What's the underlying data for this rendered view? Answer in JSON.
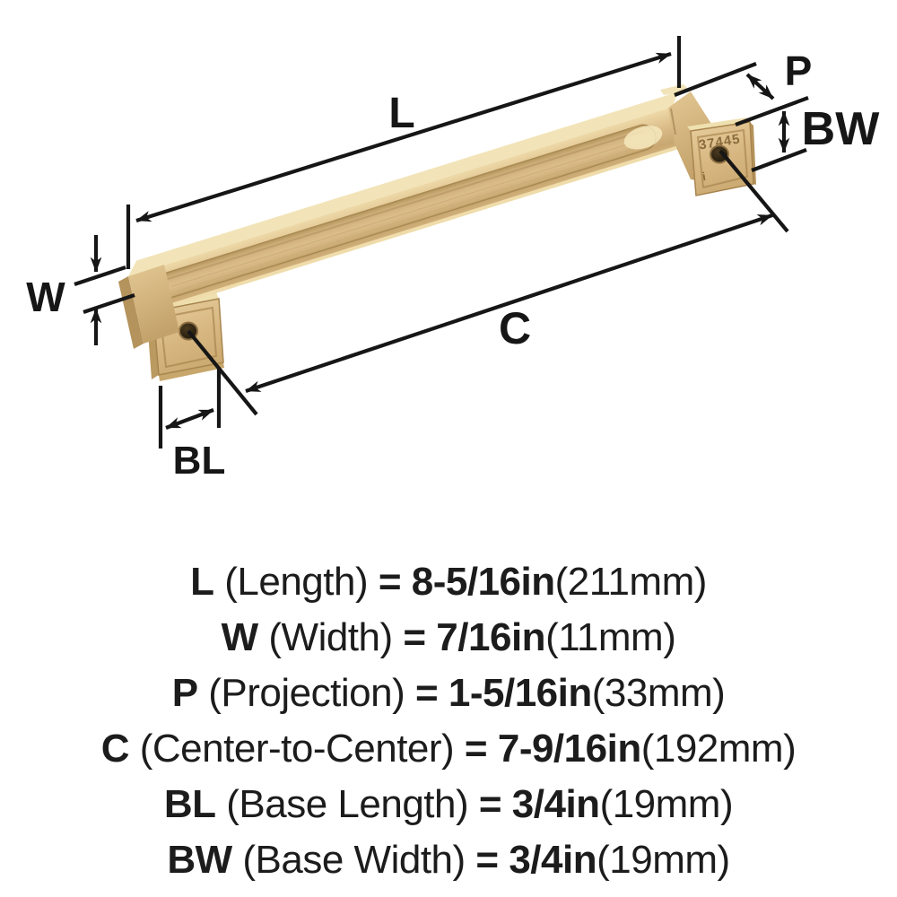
{
  "figure": {
    "type": "product-dimension-diagram",
    "product": "square bar cabinet pull handle",
    "finish": "champagne bronze",
    "engraving": "37445",
    "base_mark": "i",
    "colors": {
      "metal_light": "#f2e4b8",
      "metal_mid": "#d9bb86",
      "metal_dark": "#c2a069",
      "dimension_line": "#161616",
      "engraving_text": "#8a6c3e",
      "background": "#ffffff"
    }
  },
  "diagram": {
    "labels": {
      "L": "L",
      "W": "W",
      "P": "P",
      "C": "C",
      "BL": "BL",
      "BW": "BW"
    }
  },
  "specs": [
    {
      "code": "L",
      "label_part": " (Length) ",
      "value_part": "= 8-5/16in",
      "metric_part": "(211mm)"
    },
    {
      "code": "W",
      "label_part": " (Width) ",
      "value_part": "= 7/16in",
      "metric_part": "(11mm)"
    },
    {
      "code": "P",
      "label_part": " (Projection) ",
      "value_part": "= 1-5/16in",
      "metric_part": "(33mm)"
    },
    {
      "code": "C",
      "label_part": " (Center-to-Center) ",
      "value_part": "= 7-9/16in",
      "metric_part": "(192mm)"
    },
    {
      "code": "BL",
      "label_part": " (Base Length) ",
      "value_part": "= 3/4in",
      "metric_part": "(19mm)"
    },
    {
      "code": "BW",
      "label_part": " (Base Width) ",
      "value_part": "= 3/4in",
      "metric_part": "(19mm)"
    }
  ]
}
